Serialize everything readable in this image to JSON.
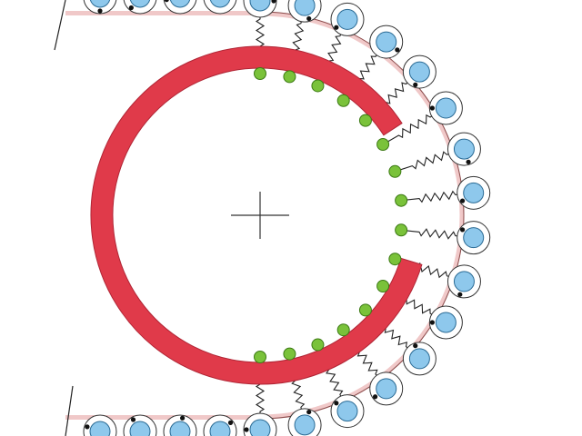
{
  "colors": {
    "background": "#ffffff",
    "red_arc": "#e03a4a",
    "red_arc_stroke": "#b02535",
    "green_ball": "#7ac23a",
    "green_ball_stroke": "#3c7a14",
    "roller_fill": "#8ec8ec",
    "roller_stroke": "#2a6a94",
    "roller_ring": "#ffffff",
    "roller_ring_stroke": "#333333",
    "belt": "#f0c8c8",
    "belt_stroke": "#8a4a4a",
    "spring": "#222222",
    "crosshair": "#333333",
    "black_dot": "#111111"
  },
  "diagram": {
    "description_labels": [],
    "components": {
      "inner_arc": "red-arc",
      "contact_points": "green-balls",
      "spring_links": "springs",
      "outer_rollers": "rollers",
      "belt": "conveyor-belt",
      "center_mark": "crosshair-icon"
    }
  }
}
